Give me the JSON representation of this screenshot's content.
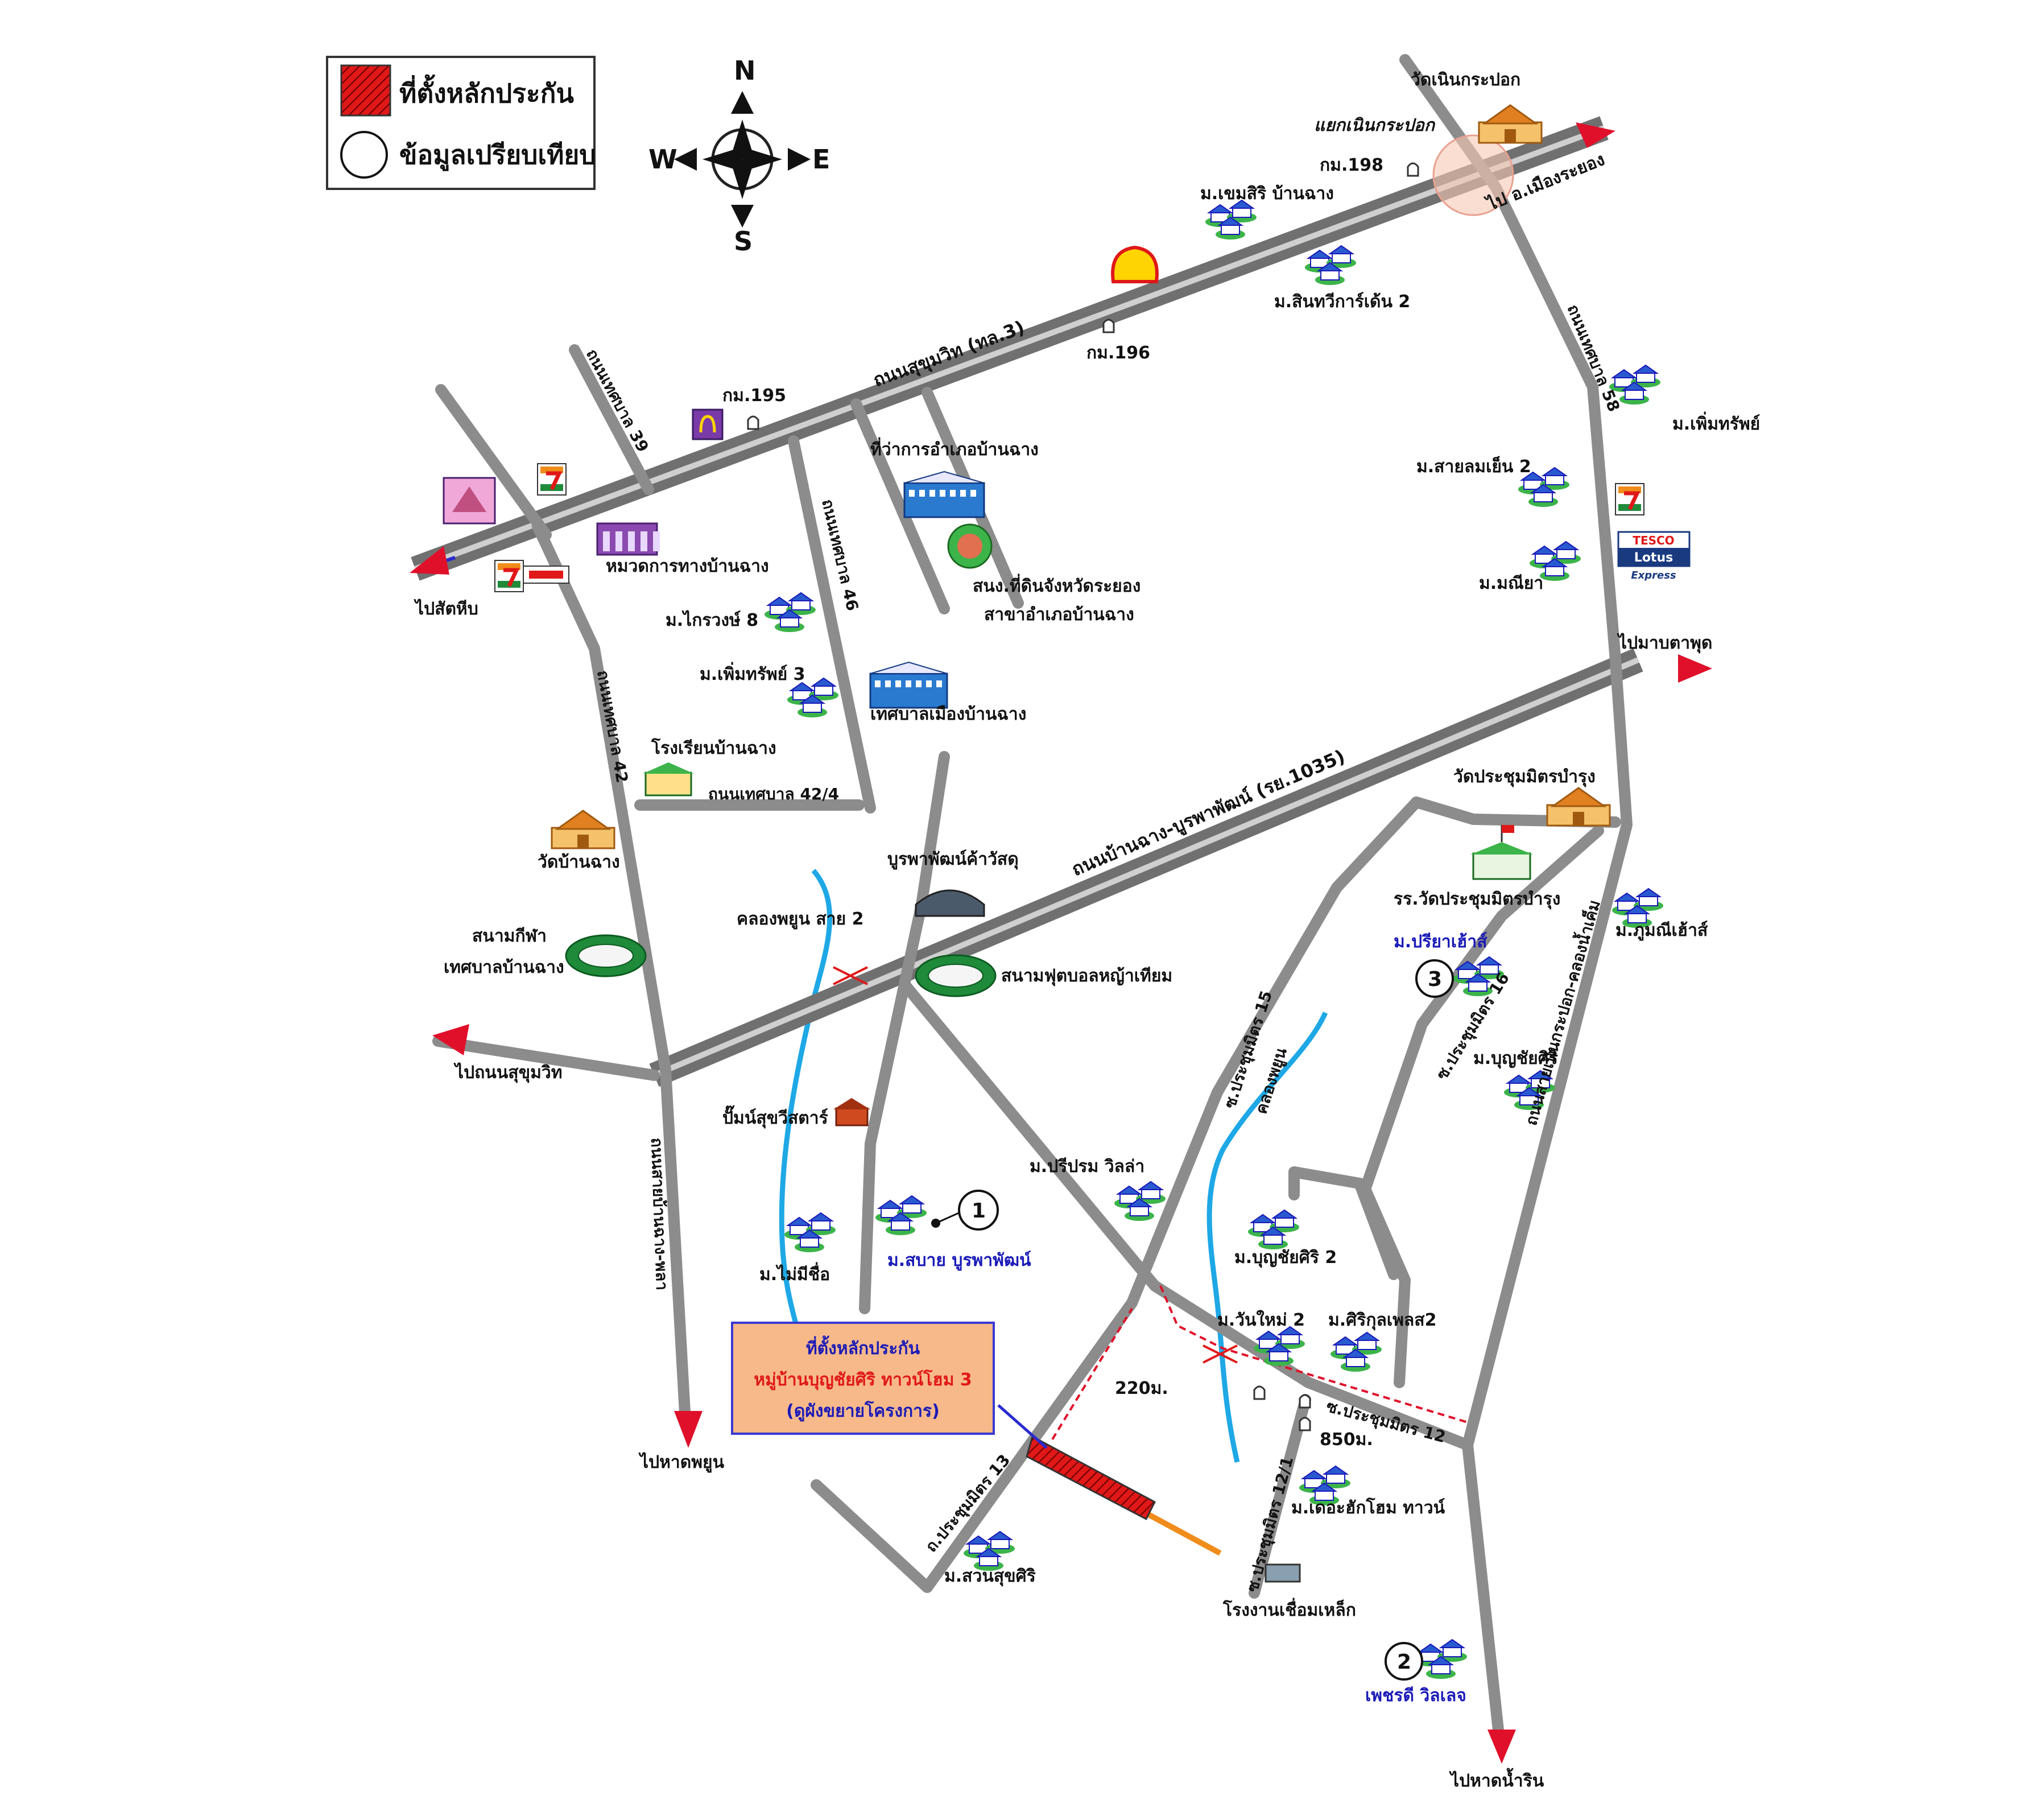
{
  "legend": {
    "site_label": "ที่ตั้งหลักประกัน",
    "comparable_label": "ข้อมูลเปรียบเทียบ"
  },
  "compass": {
    "north": "N",
    "south": "S",
    "east": "E",
    "west": "W"
  },
  "roads": {
    "sukhumvit": "ถนนสุขุมวิท (ทล.3)",
    "banchang_burapha": "ถนนบ้านฉาง-บูรพาพัฒน์ (รย.1035)",
    "thetsaban_39": "ถนนเทศบาล 39",
    "thetsaban_46": "ถนนเทศบาล 46",
    "thetsaban_42": "ถนนเทศบาล 42",
    "thetsaban_42_4": "ถนนเทศบาล 42/4",
    "thetsaban_58": "ถนนเทศบาล 58",
    "phala_road": "ถนนสายบ้านฉาง-พลา",
    "noen_krapok_road": "ถนนสายเนินกระปอก-คลองน้ำเค็ม",
    "soi_15": "ซ.ประชุมมิตร 15",
    "soi_16": "ซ.ประชุมมิตร 16",
    "soi_13": "ถ.ประชุมมิตร 13",
    "soi_12": "ซ.ประชุมมิตร 12",
    "soi_12_1": "ซ.ประชุมมิตร 12/1"
  },
  "destinations": {
    "sattahip": "ไปสัตหีบ",
    "mueang_rayong": "ไป อ.เมืองระยอง",
    "map_ta_phut": "ไปมาบตาพุด",
    "sukhumvit": "ไปถนนสุขุมวิท",
    "phayun_beach": "ไปหาดพยูน",
    "namrin_beach": "ไปหาดน้ำริน"
  },
  "landmarks": {
    "wat_noen_krapok": "วัดเนินกระปอก",
    "noen_krapok_junction": "แยกเนินกระปอก",
    "km198": "กม.198",
    "km196": "กม.196",
    "km195": "กม.195",
    "district_office": "ที่ว่าการอำเภอบ้านฉาง",
    "land_office_line1": "สนง.ที่ดินจังหวัดระยอง",
    "land_office_line2": "สาขาอำเภอบ้านฉาง",
    "highway_district": "หมวดการทางบ้านฉาง",
    "municipality": "เทศบาลเมืองบ้านฉาง",
    "banchang_school": "โรงเรียนบ้านฉาง",
    "wat_banchang": "วัดบ้านฉาง",
    "stadium_line1": "สนามกีฬา",
    "stadium_line2": "เทศบาลบ้านฉาง",
    "burapha_shop": "บูรพาพัฒน์ค้าวัสดุ",
    "canal_phayun": "คลองพยูน สาย 2",
    "football_field": "สนามฟุตบอลหญ้าเทียม",
    "pin_sukhumvit": "ปั๊มน์สุขวีสตาร์",
    "wat_prachum": "วัดประชุมมิตรบำรุง",
    "school_prachum": "รร.วัดประชุมมิตรบำรุง",
    "canal_phayun_short": "คลองพยูน",
    "tesco_top": "TESCO",
    "tesco_mid": "Lotus",
    "tesco_bottom": "Express",
    "welding_factory": "โรงงานเชื่อมเหล็ก",
    "dist_220": "220ม.",
    "dist_850": "850ม."
  },
  "villages": {
    "khemsiri": "ม.เขมสิริ บ้านฉาง",
    "sinthavee": "ม.สินทวีการ์เด้น 2",
    "phoemsap": "ม.เพิ่มทรัพย์",
    "sailom": "ม.สายลมเย็น 2",
    "maniya": "ม.มณียา",
    "kraiwong": "ม.ไกรวงษ์ 8",
    "phoemsap3": "ม.เพิ่มทรัพย์ 3",
    "phumphan": "ม.ภูมณีเฮ้าส์",
    "priya": "ม.ปรียาเฮ้าส์",
    "boonchai": "ม.บุญชัยศิริ",
    "priprom": "ม.ปรีปรม วิลล่า",
    "boonchai2": "ม.บุญชัยศิริ 2",
    "maimi": "ม.ไม่มีชื่อ",
    "sabai": "ม.สบาย บูรพาพัฒน์",
    "wanmai": "ม.วันใหม่ 2",
    "sirikul": "ม.ศิริกุลเพลส2",
    "the_home": "ม.เดอะฮักโฮม ทาวน์",
    "suansuk": "ม.สวนสุขศิริ",
    "phet": "เพชรดี วิลเลจ"
  },
  "comparables": [
    "1",
    "2",
    "3"
  ],
  "site_box": {
    "line1": "ที่ตั้งหลักประกัน",
    "line2": "หมู่บ้านบุญชัยศิริ ทาวน์โฮม 3",
    "line3": "(ดูผังขยายโครงการ)"
  },
  "colors": {
    "road_fill": "#8c8c8c",
    "road_outline": "#707070",
    "arrow_red": "#e0102a",
    "arrow_blue": "#2a2ad0",
    "river": "#1fa8e6",
    "site_box_fill": "#f7b98a",
    "site_box_border": "#3a3ad0",
    "site_parcel": "#e01818",
    "village_blue": "#1a1ab8",
    "site_box_red": "#e01818"
  }
}
